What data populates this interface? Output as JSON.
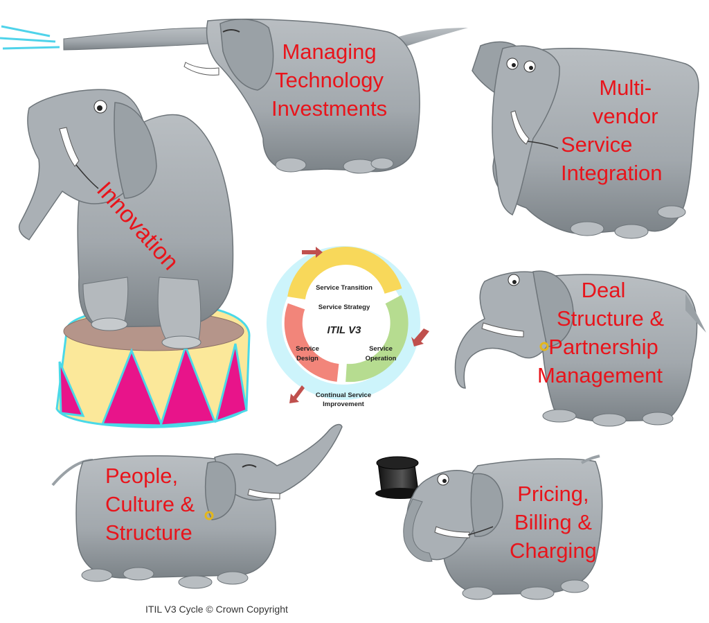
{
  "colors": {
    "label_red": "#e8141b",
    "elephant_gray": "#a6acb1",
    "elephant_dark": "#6d7479",
    "drum_pink": "#e8148a",
    "drum_yellow": "#fbe89a",
    "drum_cyan": "#4ad9e8",
    "ring_light": "#cdf4fb",
    "seg_yellow": "#f8d85a",
    "seg_green": "#b6dc90",
    "seg_red": "#f2857a",
    "arrow_red": "#c0504d"
  },
  "labels": {
    "managing": [
      "Managing",
      "Technology",
      "Investments"
    ],
    "multivendor": [
      "Multi-",
      "vendor",
      "Service",
      "Integration"
    ],
    "innovation": "Innovation",
    "deal": [
      "Deal",
      "Structure &",
      "Partnership",
      "Management"
    ],
    "people": [
      "People,",
      "Culture &",
      "Structure"
    ],
    "pricing": [
      "Pricing,",
      "Billing &",
      "Charging"
    ]
  },
  "itil": {
    "center": "ITIL V3",
    "transition": "Service Transition",
    "strategy": "Service Strategy",
    "design": [
      "Service",
      "Design"
    ],
    "operation": [
      "Service",
      "Operation"
    ],
    "csi": [
      "Continual Service",
      "Improvement"
    ]
  },
  "credit": "ITIL V3 Cycle © Crown Copyright",
  "icons": [
    "elephant-icon",
    "circus-drum-icon",
    "top-hat-icon",
    "water-spray-icon",
    "cycle-arrow-icon"
  ]
}
